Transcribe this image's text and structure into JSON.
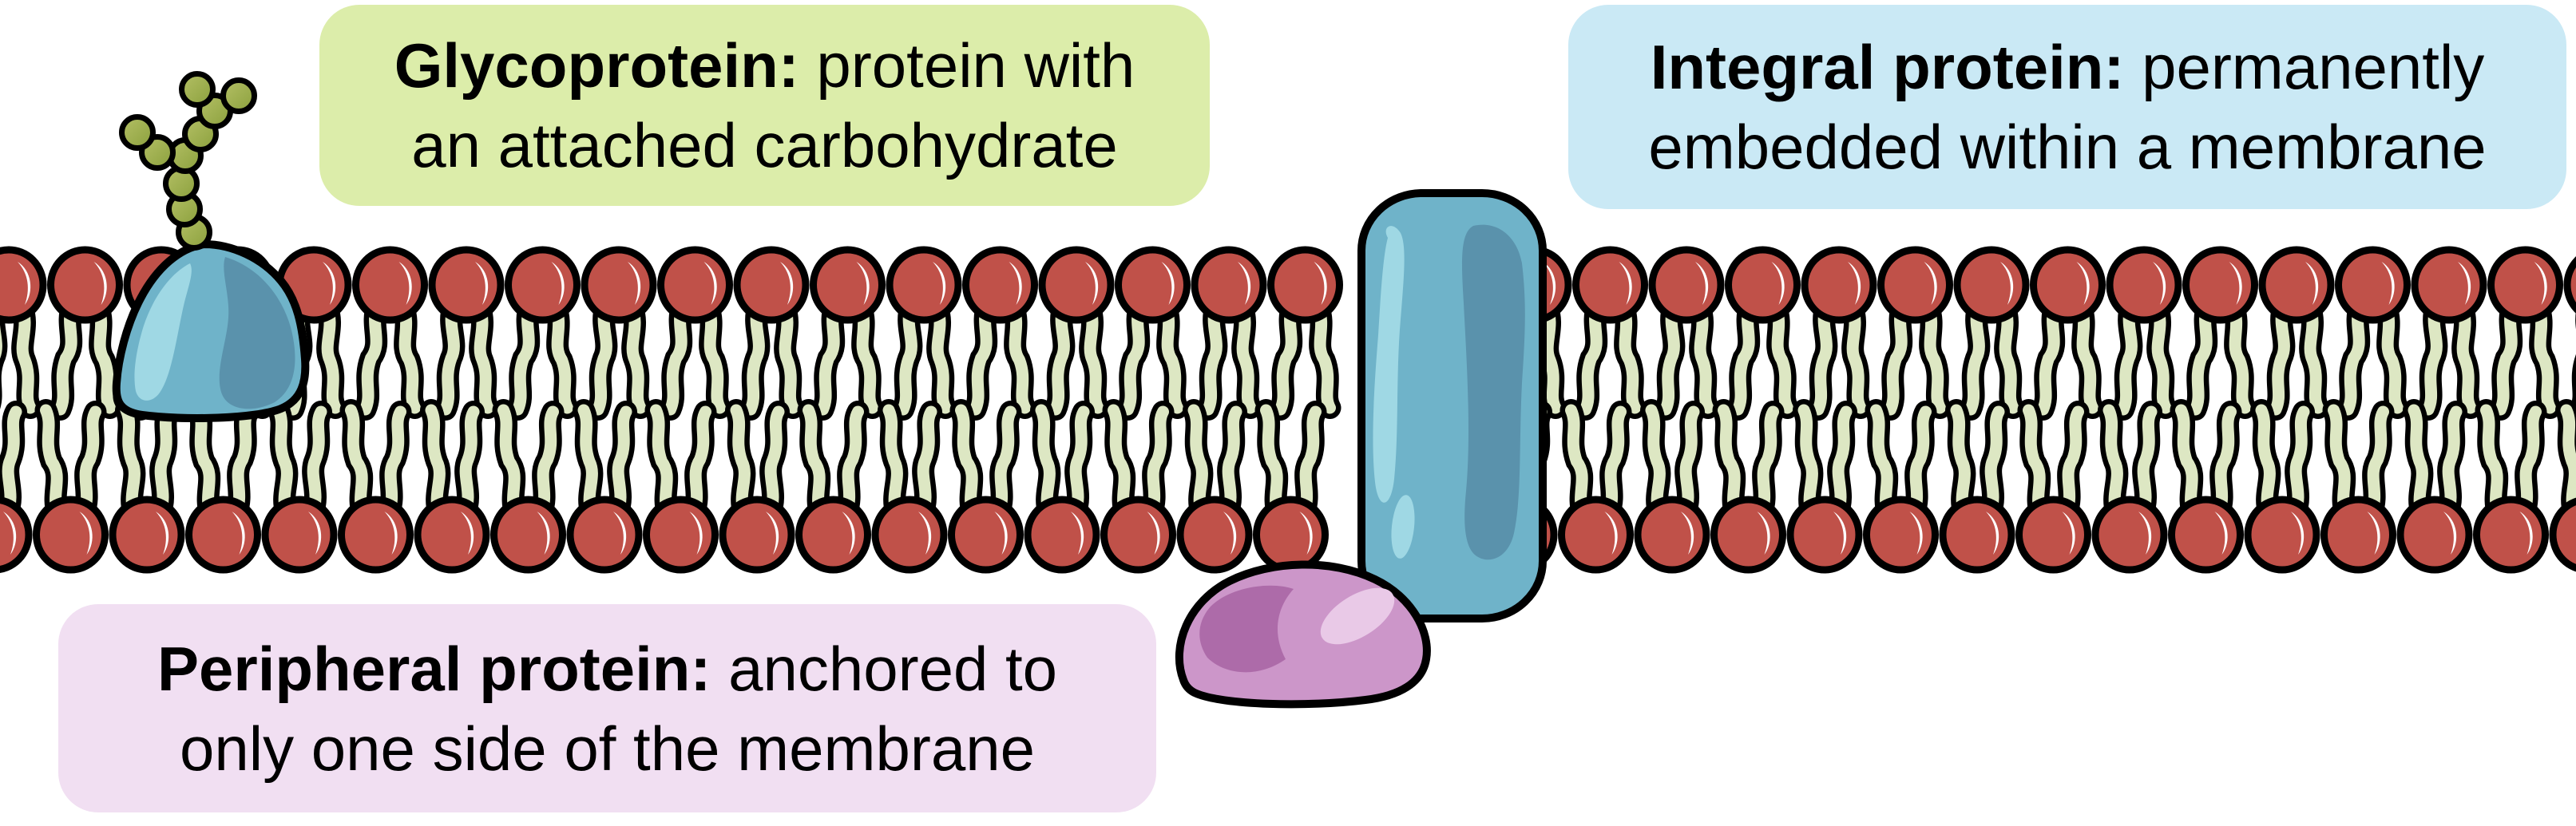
{
  "diagram": {
    "title": "Cell membrane proteins diagram",
    "background": "#ffffff",
    "labels": [
      {
        "id": "glycoprotein",
        "term": "Glycoprotein:",
        "desc_line1": "protein with",
        "desc_line2": "an attached carbohydrate",
        "bg": "#dcedaa"
      },
      {
        "id": "integral-protein",
        "term": "Integral protein:",
        "desc_line1": "permanently",
        "desc_line2": "embedded within a membrane",
        "bg": "#cae9f5"
      },
      {
        "id": "peripheral-protein",
        "term": "Peripheral protein:",
        "desc_line1": "anchored to",
        "desc_line2": "only one side of the membrane",
        "bg": "#f1dff2"
      }
    ],
    "colors": {
      "outline": "#000000",
      "lipid_head": "#c05149",
      "lipid_head_highlight": "#ffffff",
      "lipid_tail": "#dde7c3",
      "carbohydrate_bead_light": "#b4c065",
      "carbohydrate_bead_dark": "#8ba03d",
      "protein_blue": "#6fb3c9",
      "protein_blue_dark": "#5a92ac",
      "protein_blue_light": "#9fd8e4",
      "peripheral_pink": "#cc96c9",
      "peripheral_pink_dark": "#ad6ba9",
      "peripheral_pink_light": "#e9c9e7"
    }
  }
}
